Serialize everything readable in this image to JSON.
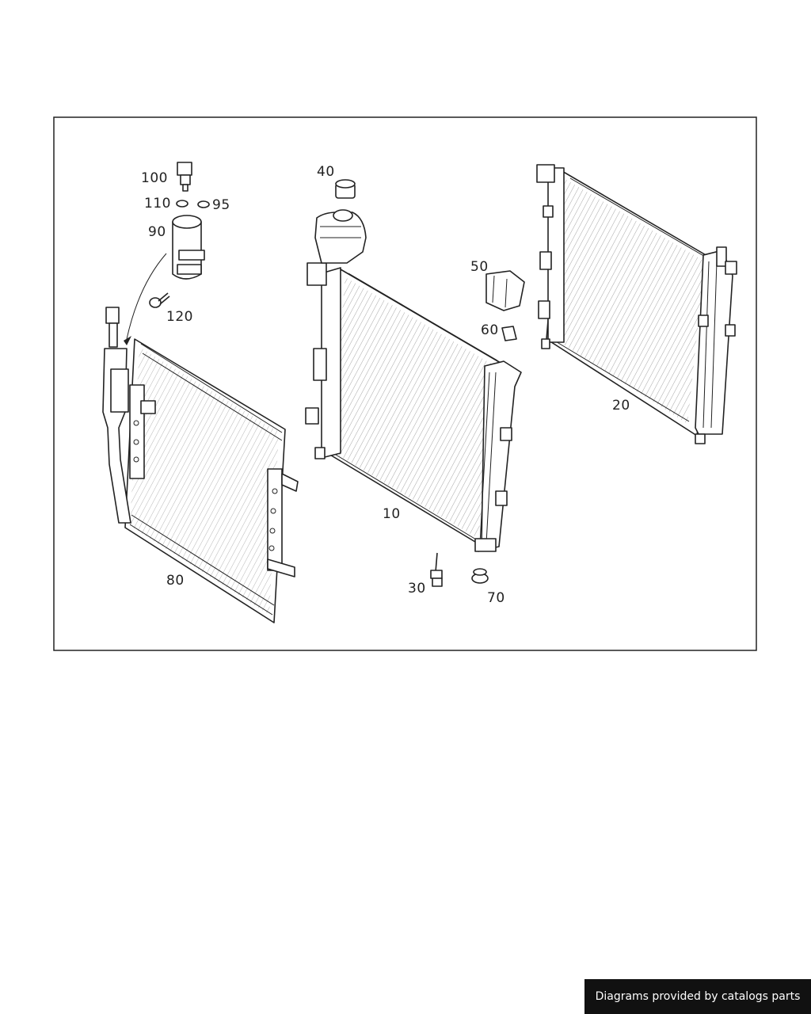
{
  "diagram": {
    "parts": [
      {
        "id": "p10",
        "label": "10"
      },
      {
        "id": "p20",
        "label": "20"
      },
      {
        "id": "p30",
        "label": "30"
      },
      {
        "id": "p40",
        "label": "40"
      },
      {
        "id": "p50",
        "label": "50"
      },
      {
        "id": "p60",
        "label": "60"
      },
      {
        "id": "p70",
        "label": "70"
      },
      {
        "id": "p80",
        "label": "80"
      },
      {
        "id": "p90",
        "label": "90"
      },
      {
        "id": "p95",
        "label": "95"
      },
      {
        "id": "p100",
        "label": "100"
      },
      {
        "id": "p110",
        "label": "110"
      },
      {
        "id": "p120",
        "label": "120"
      }
    ]
  },
  "footer": {
    "text": "Diagrams provided by catalogs parts"
  }
}
